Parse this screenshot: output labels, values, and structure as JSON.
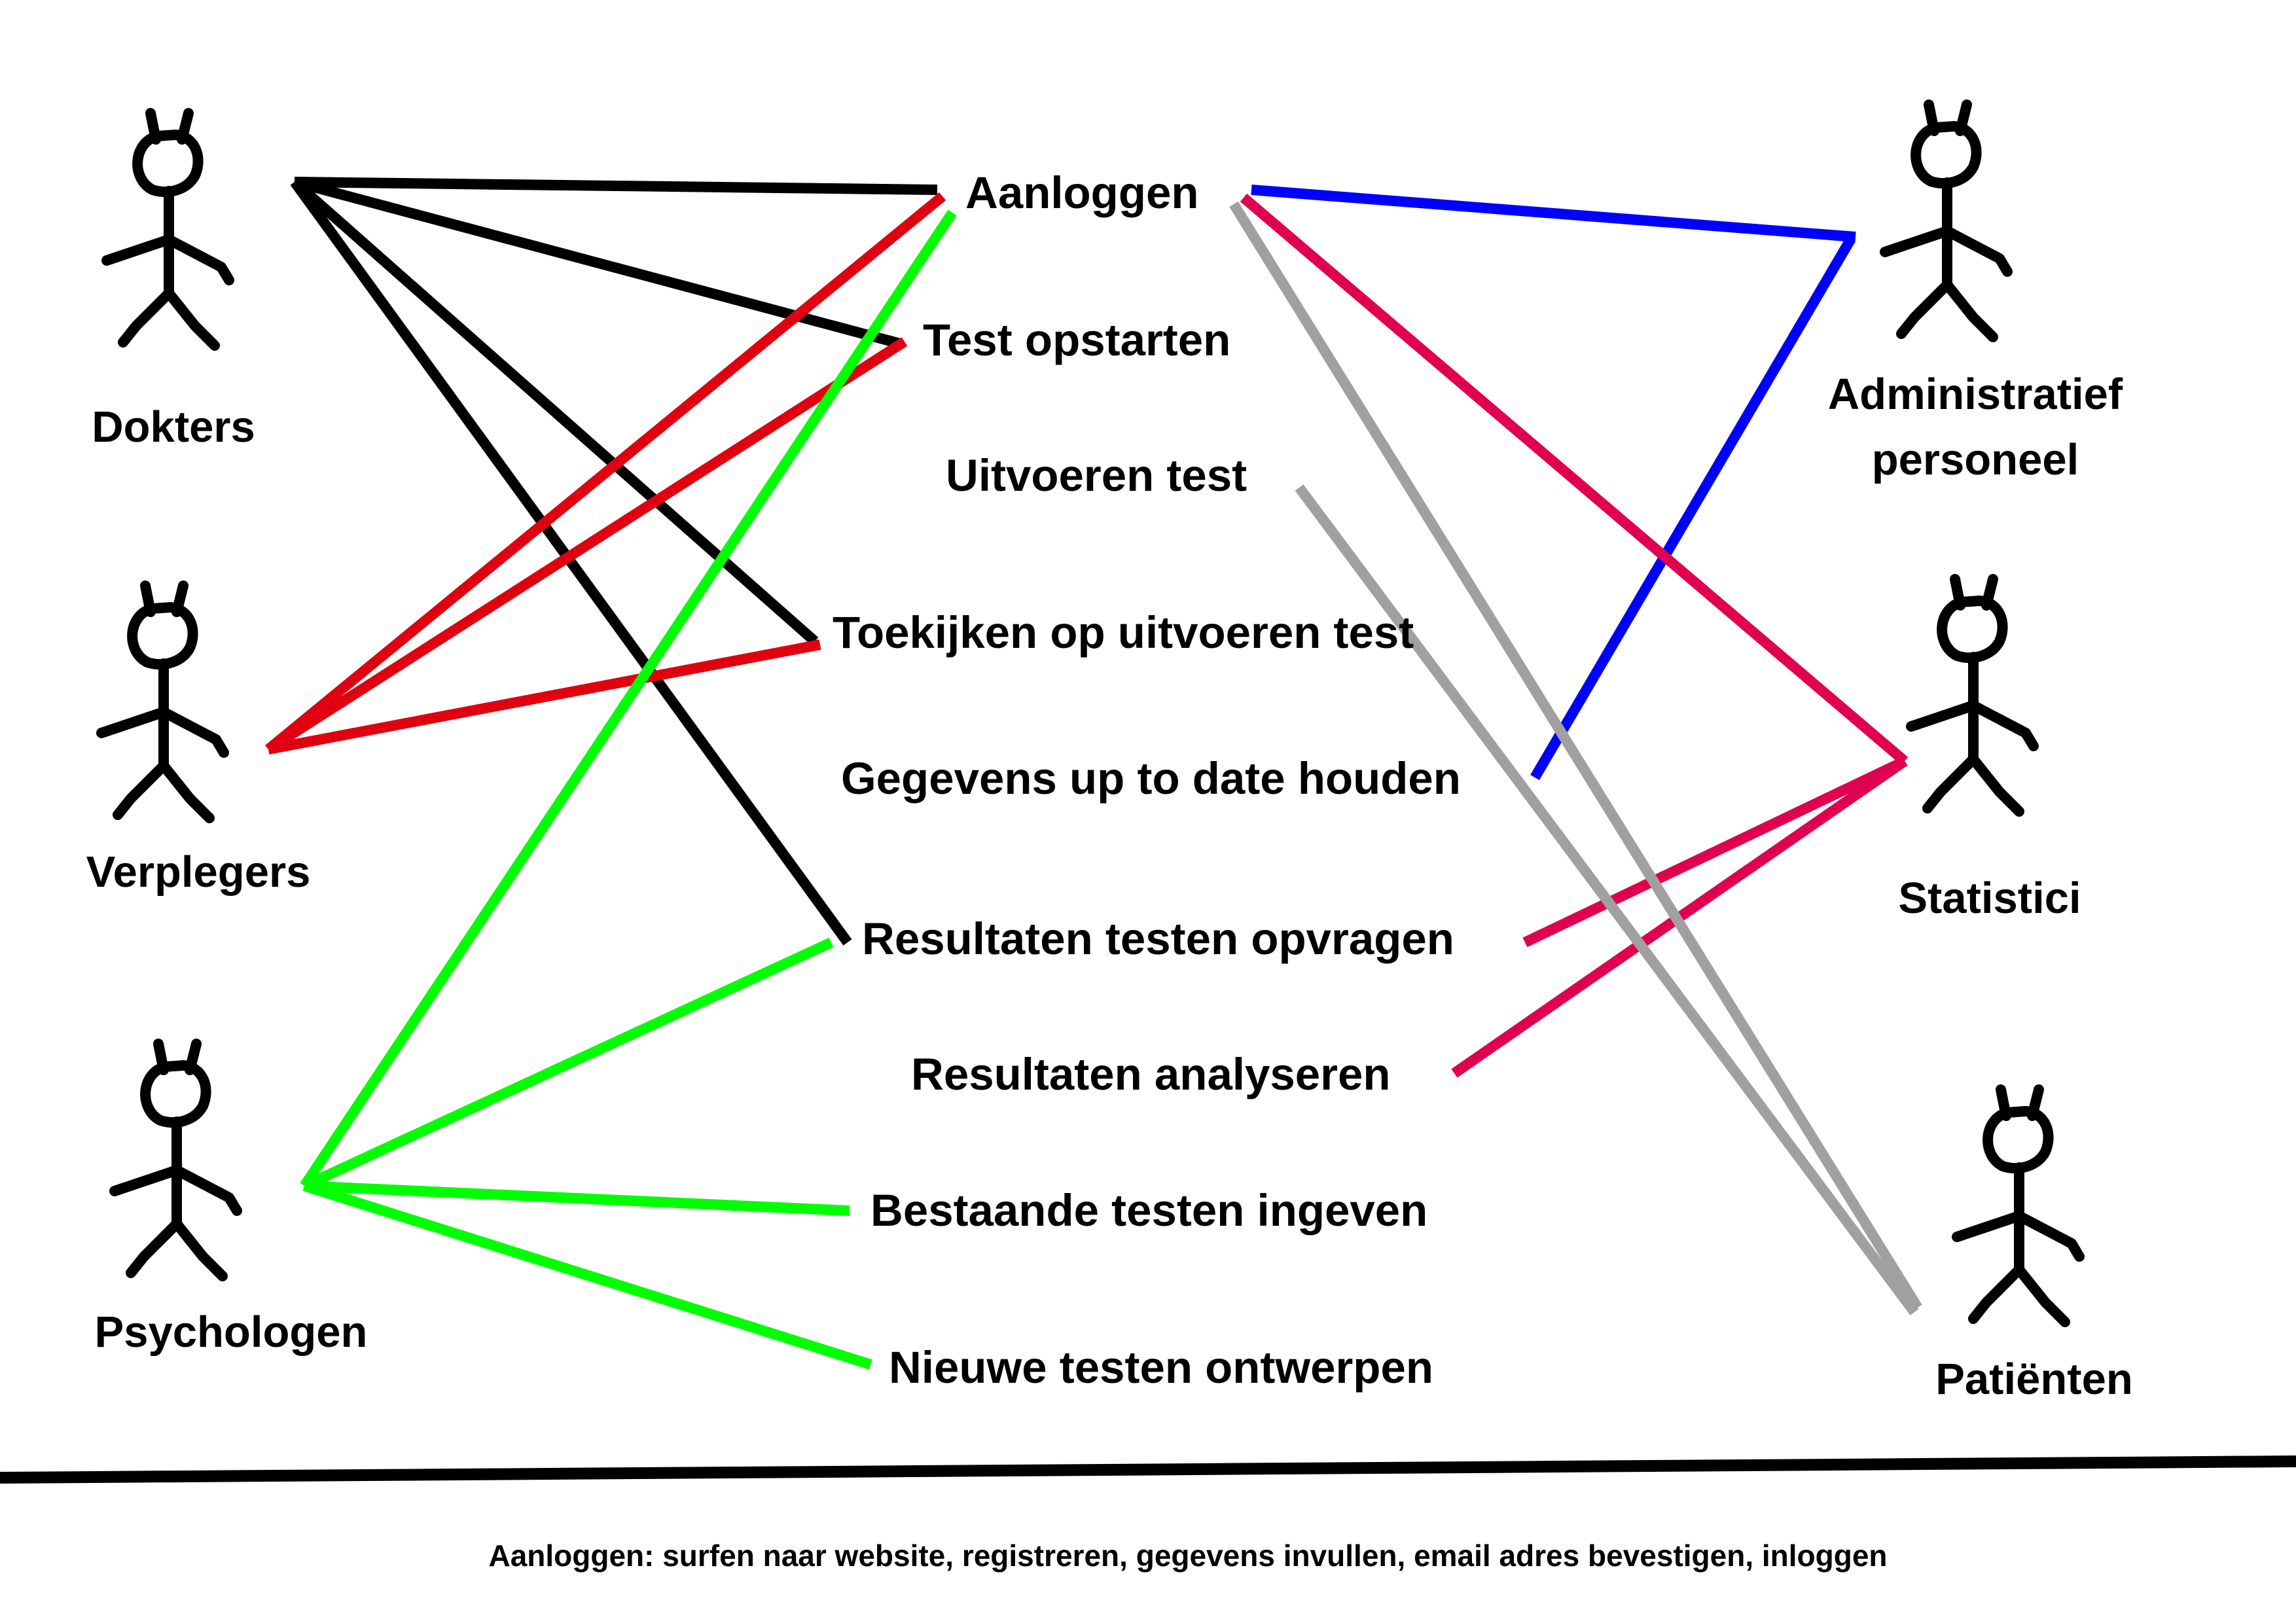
{
  "colors": {
    "dokters": "#000000",
    "verplegers": "#e0000f",
    "psychologen": "#00ff00",
    "administratief": "#0000ff",
    "statistici": "#e0004f",
    "patienten": "#a0a0a0"
  },
  "actors": {
    "dokters": "Dokters",
    "verplegers": "Verplegers",
    "psychologen": "Psychologen",
    "administratief_line1": "Administratief",
    "administratief_line2": "personeel",
    "statistici": "Statistici",
    "patienten": "Patiënten"
  },
  "use_cases": {
    "aanloggen": "Aanloggen",
    "test_opstarten": "Test opstarten",
    "uitvoeren_test": "Uitvoeren test",
    "toekijken": "Toekijken op uitvoeren test",
    "gegevens": "Gegevens up to date houden",
    "resultaten_opvragen": "Resultaten testen opvragen",
    "resultaten_analyseren": "Resultaten analyseren",
    "bestaande_testen": "Bestaande testen ingeven",
    "nieuwe_testen": "Nieuwe testen ontwerpen"
  },
  "footnote": "Aanloggen: surfen naar website, registreren, gegevens invullen, email adres bevestigen, inloggen",
  "associations": [
    {
      "actor": "dokters",
      "use_case": "aanloggen"
    },
    {
      "actor": "dokters",
      "use_case": "test_opstarten"
    },
    {
      "actor": "dokters",
      "use_case": "toekijken"
    },
    {
      "actor": "dokters",
      "use_case": "resultaten_opvragen"
    },
    {
      "actor": "verplegers",
      "use_case": "aanloggen"
    },
    {
      "actor": "verplegers",
      "use_case": "test_opstarten"
    },
    {
      "actor": "verplegers",
      "use_case": "toekijken"
    },
    {
      "actor": "psychologen",
      "use_case": "aanloggen"
    },
    {
      "actor": "psychologen",
      "use_case": "resultaten_opvragen"
    },
    {
      "actor": "psychologen",
      "use_case": "bestaande_testen"
    },
    {
      "actor": "psychologen",
      "use_case": "nieuwe_testen"
    },
    {
      "actor": "administratief",
      "use_case": "aanloggen"
    },
    {
      "actor": "administratief",
      "use_case": "gegevens"
    },
    {
      "actor": "statistici",
      "use_case": "aanloggen"
    },
    {
      "actor": "statistici",
      "use_case": "resultaten_opvragen"
    },
    {
      "actor": "statistici",
      "use_case": "resultaten_analyseren"
    },
    {
      "actor": "patienten",
      "use_case": "aanloggen"
    },
    {
      "actor": "patienten",
      "use_case": "uitvoeren_test"
    }
  ]
}
